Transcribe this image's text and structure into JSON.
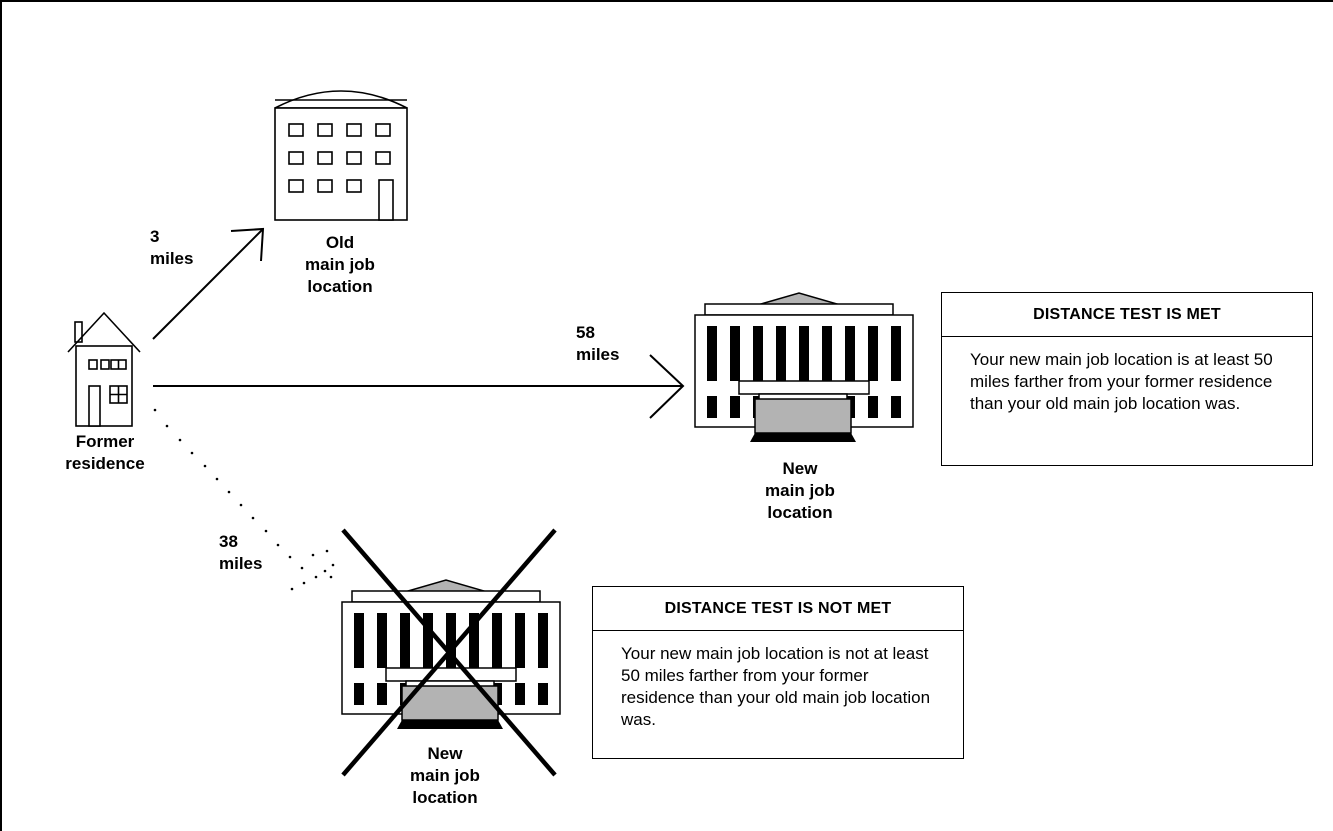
{
  "labels": {
    "former_residence": "Former\nresidence",
    "old_job": "Old\nmain job\nlocation",
    "new_job_met": "New\nmain job\nlocation",
    "new_job_not_met": "New\nmain job\nlocation",
    "dist_old": "3\nmiles",
    "dist_met": "58\nmiles",
    "dist_not_met": "38\nmiles"
  },
  "box_met": {
    "heading": "DISTANCE TEST IS MET",
    "body": "Your new main job location is at least 50 miles farther from your former residence than your old main job location was."
  },
  "box_not_met": {
    "heading": "DISTANCE TEST IS NOT MET",
    "body": "Your new main job location is not at least 50 miles farther from your former residence than your old main job location was."
  },
  "colors": {
    "stroke": "#000000",
    "fill_gray": "#b3b3b3",
    "background": "#ffffff"
  },
  "icons": [
    "house-icon",
    "office-building-icon",
    "columned-building-icon",
    "cross-out-icon",
    "arrow-icon",
    "dotted-line-icon"
  ]
}
